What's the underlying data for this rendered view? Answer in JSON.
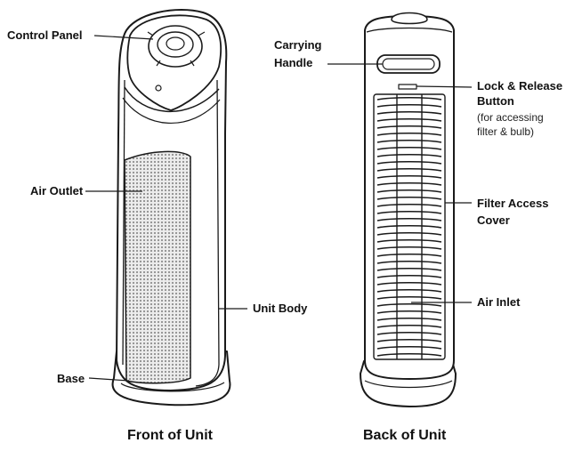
{
  "labels": {
    "control_panel": "Control Panel",
    "air_outlet": "Air Outlet",
    "base": "Base",
    "unit_body": "Unit Body",
    "carrying_handle_1": "Carrying",
    "carrying_handle_2": "Handle",
    "lock_release_1": "Lock & Release",
    "lock_release_2": "Button",
    "lock_release_note_1": "(for accessing",
    "lock_release_note_2": "filter & bulb)",
    "filter_access_1": "Filter Access",
    "filter_access_2": "Cover",
    "air_inlet": "Air Inlet"
  },
  "captions": {
    "front": "Front of Unit",
    "back": "Back of Unit"
  },
  "colors": {
    "line": "#1a1a1a",
    "mesh": "#9a9a9a",
    "mesh_bg": "#e6e6e6",
    "body_fill": "#ffffff"
  }
}
